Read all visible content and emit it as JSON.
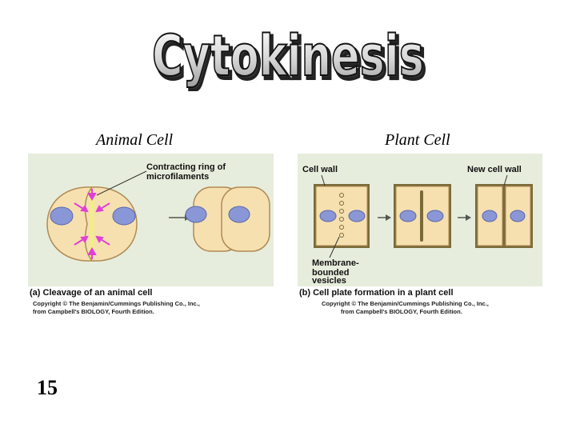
{
  "title": "Cytokinesis",
  "headings": {
    "animal": "Animal Cell",
    "plant": "Plant Cell"
  },
  "animal_panel": {
    "label_ring": "Contracting ring of",
    "label_ring2": "microfilaments",
    "caption": "(a)  Cleavage of an animal cell",
    "copyright1": "Copyright © The Benjamin/Cummings Publishing Co., Inc.,",
    "copyright2": "from Campbell's BIOLOGY, Fourth Edition."
  },
  "plant_panel": {
    "label_wall": "Cell wall",
    "label_new_wall": "New cell wall",
    "label_membrane1": "Membrane-",
    "label_membrane2": "bounded",
    "label_membrane3": "vesicles",
    "caption": "(b)  Cell plate formation in a plant cell",
    "copyright1": "Copyright © The Benjamin/Cummings Publishing Co., Inc.,",
    "copyright2": "from Campbell's BIOLOGY, Fourth Edition."
  },
  "slide_number": "15",
  "colors": {
    "cell_fill": "#f6e0b0",
    "cell_outline": "#b08a55",
    "nucleus": "#8a97d6",
    "arrow_magenta": "#e23fd4",
    "panel_bg": "#e7eddc"
  }
}
